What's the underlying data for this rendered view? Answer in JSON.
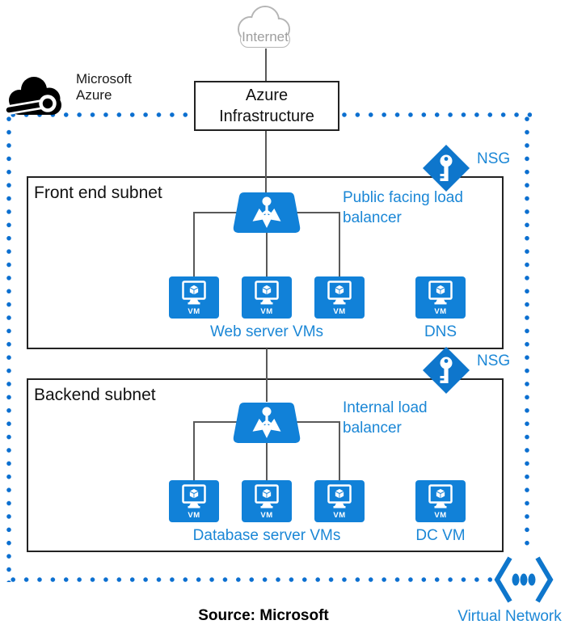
{
  "colors": {
    "azure_shape_blue": "#1181d8",
    "nsg_diamond_blue": "#0e76cc",
    "label_text_blue": "#1b87d6",
    "dotted_border_blue": "#0b6fd0",
    "connector_gray": "#595959",
    "cloud_outline_gray": "#b5b5b5",
    "logo_black": "#000000"
  },
  "internet": {
    "label": "Internet"
  },
  "azure_logo": {
    "text": "Microsoft Azure"
  },
  "infrastructure": {
    "label": "Azure Infrastructure"
  },
  "front_subnet": {
    "title": "Front end subnet",
    "nsg": "NSG",
    "load_balancer_label": "Public facing load balancer",
    "vm_group_label": "Web server VMs",
    "dns_label": "DNS"
  },
  "backend_subnet": {
    "title": "Backend subnet",
    "nsg": "NSG",
    "load_balancer_label": "Internal load balancer",
    "vm_group_label": "Database server VMs",
    "dc_label": "DC VM"
  },
  "vm_badge": "VM",
  "footer": {
    "source": "Source: Microsoft",
    "virtual_network_label": "Virtual Network"
  }
}
